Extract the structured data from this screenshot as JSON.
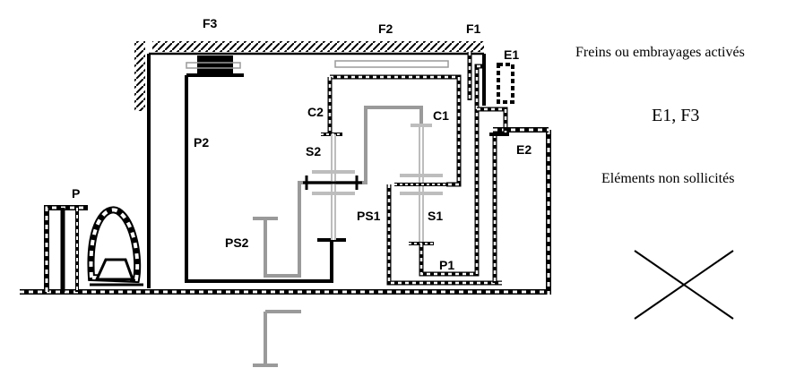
{
  "labels": {
    "F1": "F1",
    "F2": "F2",
    "F3": "F3",
    "E1": "E1",
    "E2": "E2",
    "P": "P",
    "P1": "P1",
    "P2": "P2",
    "C1": "C1",
    "C2": "C2",
    "S1": "S1",
    "S2": "S2",
    "PS1": "PS1",
    "PS2": "PS2"
  },
  "panel": {
    "active_heading": "Freins ou embrayages activés",
    "active_value": "E1, F3",
    "idle_heading": "Eléments non sollicités",
    "idle_symbol": "cross-mark"
  },
  "colors": {
    "solid": "#000000",
    "grey_shaft": "#9a9a9a",
    "light_part": "#cfcfcf",
    "background": "#ffffff"
  }
}
